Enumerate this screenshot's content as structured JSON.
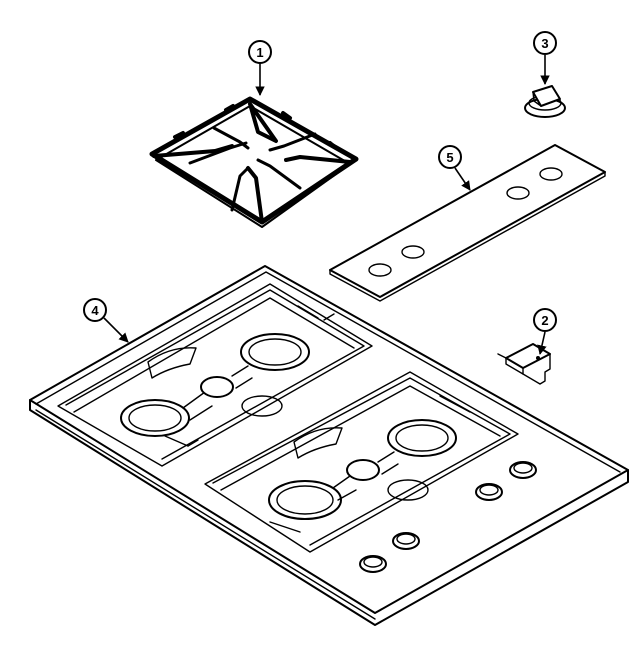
{
  "callouts": [
    {
      "id": "c1",
      "label": "1"
    },
    {
      "id": "c2",
      "label": "2"
    },
    {
      "id": "c3",
      "label": "3"
    },
    {
      "id": "c4",
      "label": "4"
    },
    {
      "id": "c5",
      "label": "5"
    }
  ]
}
